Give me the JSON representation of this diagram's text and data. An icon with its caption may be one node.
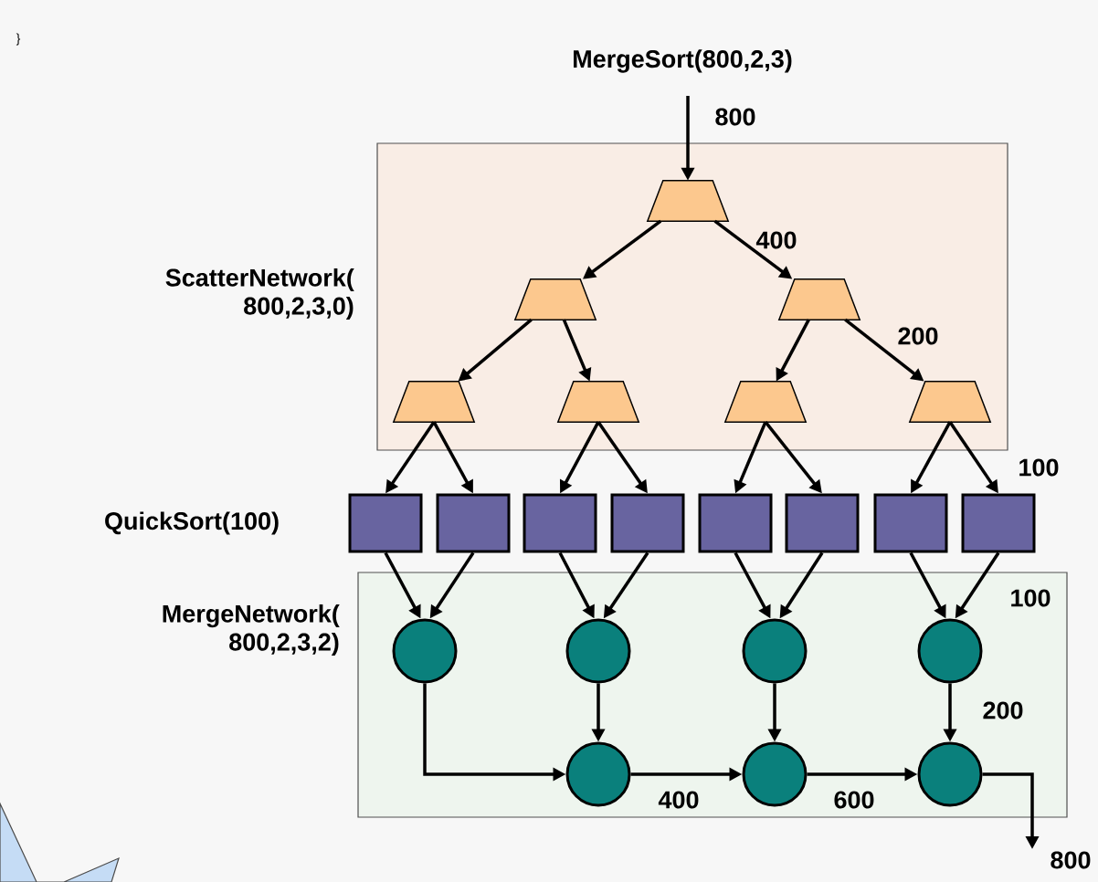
{
  "diagram": {
    "title": "MergeSort(800,2,3)",
    "nodes": [
      {
        "text": [
          "ScatterNetwork( 800,2,3,0)"
        ]
      },
      {
        "text": [
          "MergeNetwork( 800,2,3,2)"
        ]
      },
      {
        "text": [],
        "shape": "trapezoid",
        "in": 0
      },
      {
        "text": [],
        "shape": "trapezoid",
        "in": 0
      },
      {
        "text": [],
        "shape": "trapezoid",
        "in": 0
      },
      {
        "text": [],
        "shape": "trapezoid",
        "in": 0
      },
      {
        "text": [],
        "shape": "trapezoid",
        "in": 0
      },
      {
        "text": [],
        "shape": "trapezoid",
        "in": 0
      },
      {
        "text": [],
        "shape": "trapezoid",
        "in": 0
      },
      {
        "text": [],
        "shape": "box"
      },
      {
        "text": [],
        "shape": "box"
      },
      {
        "text": [],
        "shape": "box"
      },
      {
        "text": [],
        "shape": "box"
      },
      {
        "text": [],
        "shape": "box"
      },
      {
        "text": [],
        "shape": "box"
      },
      {
        "text": [],
        "shape": "box"
      },
      {
        "text": [],
        "shape": "box"
      },
      {
        "text": [],
        "shape": "circle",
        "in": 1
      },
      {
        "text": [],
        "shape": "circle",
        "in": 1
      },
      {
        "text": [],
        "shape": "circle",
        "in": 1
      },
      {
        "text": [],
        "shape": "circle",
        "in": 1
      },
      {
        "text": [],
        "shape": "circle",
        "in": 1
      },
      {
        "text": [],
        "shape": "circle",
        "in": 1
      },
      {
        "text": [],
        "shape": "circle",
        "in": 1
      }
    ],
    "edges": [
      {
        "from": null,
        "to": 2,
        "arrow": "to",
        "label": "800"
      },
      {
        "from": 2,
        "to": 3,
        "arrow": "to"
      },
      {
        "from": 2,
        "to": 4,
        "arrow": "to",
        "label": "400"
      },
      {
        "from": 3,
        "to": 5,
        "arrow": "to"
      },
      {
        "from": 3,
        "to": 6,
        "arrow": "to"
      },
      {
        "from": 4,
        "to": 7,
        "arrow": "to"
      },
      {
        "from": 4,
        "to": 8,
        "arrow": "to",
        "label": "200"
      },
      {
        "from": 5,
        "to": 9,
        "arrow": "to"
      },
      {
        "from": 5,
        "to": 10,
        "arrow": "to"
      },
      {
        "from": 6,
        "to": 11,
        "arrow": "to"
      },
      {
        "from": 6,
        "to": 12,
        "arrow": "to"
      },
      {
        "from": 7,
        "to": 13,
        "arrow": "to"
      },
      {
        "from": 7,
        "to": 14,
        "arrow": "to"
      },
      {
        "from": 8,
        "to": 15,
        "arrow": "to"
      },
      {
        "from": 8,
        "to": 16,
        "arrow": "to",
        "label": "100"
      },
      {
        "from": 9,
        "to": 17,
        "arrow": "to"
      },
      {
        "from": 10,
        "to": 17,
        "arrow": "to"
      },
      {
        "from": 11,
        "to": 18,
        "arrow": "to"
      },
      {
        "from": 12,
        "to": 18,
        "arrow": "to"
      },
      {
        "from": 13,
        "to": 19,
        "arrow": "to"
      },
      {
        "from": 14,
        "to": 19,
        "arrow": "to"
      },
      {
        "from": 15,
        "to": 20,
        "arrow": "to"
      },
      {
        "from": 16,
        "to": 20,
        "arrow": "to",
        "label": "100"
      },
      {
        "from": 17,
        "to": 21,
        "arrow": "to"
      },
      {
        "from": 18,
        "to": 21,
        "arrow": "to"
      },
      {
        "from": 19,
        "to": 22,
        "arrow": "to"
      },
      {
        "from": 20,
        "to": 23,
        "arrow": "to",
        "label": "200"
      },
      {
        "from": 21,
        "to": 22,
        "arrow": "to",
        "label": "400"
      },
      {
        "from": 22,
        "to": 23,
        "arrow": "to",
        "label": "600"
      },
      {
        "from": 23,
        "to": null,
        "arrow": "to",
        "label": "800"
      }
    ],
    "labels": [
      "}",
      "QuickSort(100)"
    ]
  }
}
